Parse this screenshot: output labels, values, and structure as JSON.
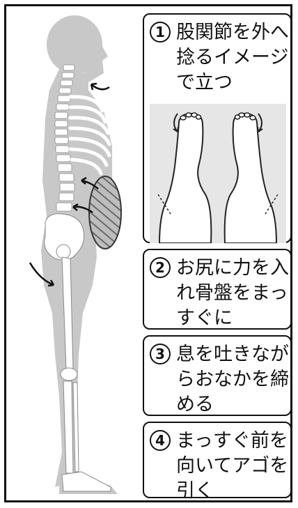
{
  "steps": [
    {
      "number": "1",
      "text": "股関節を外へ捻るイメージで立つ"
    },
    {
      "number": "2",
      "text": "お尻に力を入れ骨盤をまっすぐに"
    },
    {
      "number": "3",
      "text": "息を吐きながらおなかを締める"
    },
    {
      "number": "4",
      "text": "まっすぐ前を向いてアゴを引く"
    }
  ],
  "colors": {
    "body_gray": "#c8c8c8",
    "skeleton": "#ffffff",
    "border": "#111111",
    "feet_panel": "#e6e6e6",
    "abdomen_hatch": "#8a8a8a"
  },
  "icons": [
    "posture-figure",
    "arrow-icon",
    "feet-rotation-illustration",
    "abdomen-hatch-icon"
  ]
}
